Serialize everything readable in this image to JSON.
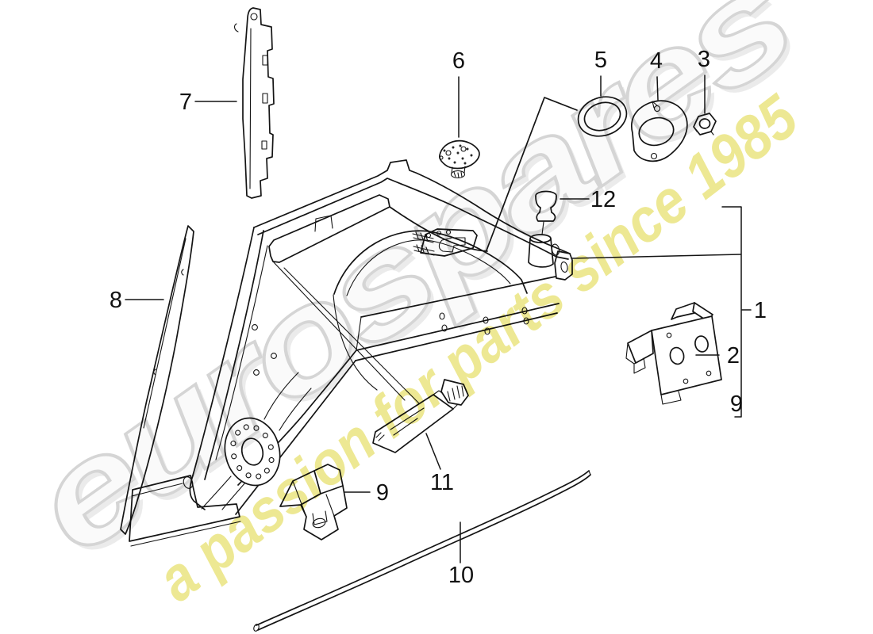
{
  "page": {
    "background": "#ffffff",
    "line_color": "#141414"
  },
  "watermark": {
    "brand": "eurospares",
    "tagline": "a passion for parts since 1985",
    "brand_fill": "#fafafa",
    "brand_outline": "#d5d5d5",
    "tagline_color": "#e6df66"
  },
  "callouts": {
    "c1": "1",
    "c2": "2",
    "c3": "3",
    "c4": "4",
    "c5": "5",
    "c6": "6",
    "c7": "7",
    "c8": "8",
    "c9_left": "9",
    "c9_right": "9",
    "c10": "10",
    "c11": "11",
    "c12": "12"
  }
}
